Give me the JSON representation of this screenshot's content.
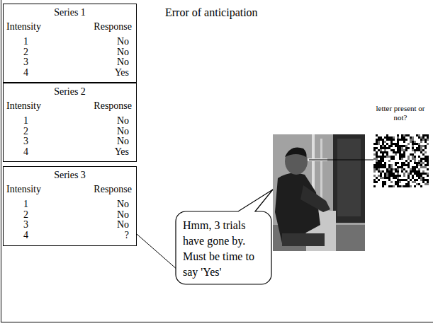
{
  "diagram": {
    "title": "Error of anticipation",
    "nodes": [
      {
        "text": [
          "Series 1",
          "Intensity",
          "Response",
          "1",
          "No",
          "2",
          "No",
          "3",
          "No",
          "4",
          "Yes"
        ]
      },
      {
        "text": [
          "Series 2",
          "Intensity",
          "Response",
          "1",
          "No",
          "2",
          "No",
          "3",
          "No",
          "4",
          "Yes"
        ]
      },
      {
        "text": [
          "Series 3",
          "Intensity",
          "Response",
          "1",
          "No",
          "2",
          "No",
          "3",
          "No",
          "4",
          "?"
        ]
      },
      {
        "text": [
          "Hmm, 3 trials have gone by. Must be time to say 'Yes'"
        ]
      }
    ],
    "edges": [
      {
        "from": 3,
        "to": 2,
        "arrow": "none"
      }
    ],
    "labels": [
      "letter present or not?"
    ]
  }
}
